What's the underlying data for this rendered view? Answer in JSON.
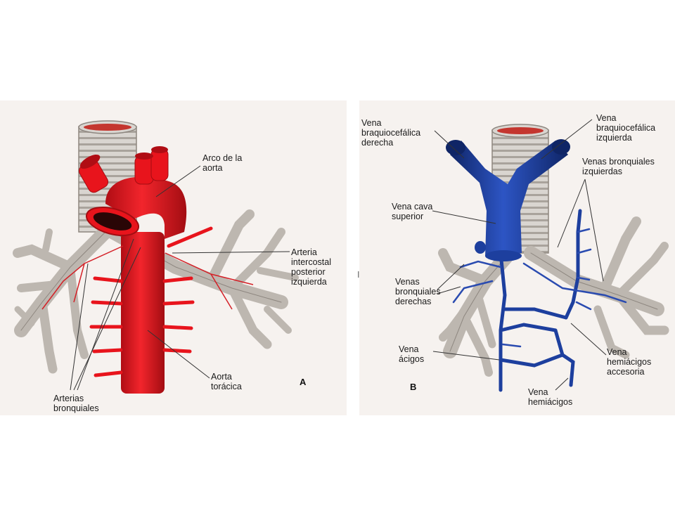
{
  "colors": {
    "artery": "#e8141c",
    "artery_dark": "#a30d12",
    "vein": "#1d3f9e",
    "vein_dark": "#0f2566",
    "trachea": "#d9d5d0",
    "trachea_ring": "#a9a39c",
    "background": "#f6f2ef"
  },
  "panel_a": {
    "letter": "A",
    "labels": {
      "arco": "Arco de la\naorta",
      "intercostal": "Arteria\nintercostal\nposterior\nizquierda",
      "aorta_toracica": "Aorta\ntorácica",
      "bronquiales": "Arterias\nbronquiales"
    }
  },
  "panel_b": {
    "letter": "B",
    "stray_mark": "I",
    "labels": {
      "braq_der": "Vena\nbraquiocefálica\nderecha",
      "braq_izq": "Vena\nbraquiocefálica\nizquierda",
      "bronq_izq": "Venas bronquiales\nizquierdas",
      "cava": "Vena cava\nsuperior",
      "bronq_der": "Venas\nbronquiales\nderechas",
      "acigos": "Vena\nácigos",
      "hemi_acc": "Vena\nhemiácigos\naccesoria",
      "hemiacigos": "Vena\nhemiácigos"
    }
  }
}
